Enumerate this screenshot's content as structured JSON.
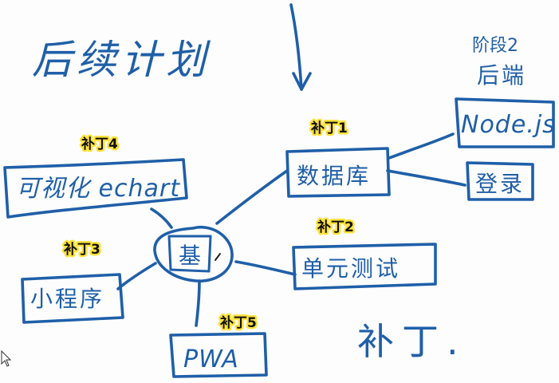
{
  "diagram": {
    "title": "后续计划",
    "center": "基",
    "nodes": {
      "database": "数据库",
      "unit_test": "单元测试",
      "visual": "可视化 echart",
      "miniprogram": "小程序",
      "pwa": "PWA",
      "nodejs": "Node.js",
      "login": "登录"
    },
    "stage_note_line1": "阶段2",
    "stage_note_line2": "后端",
    "patch_note": "补丁.",
    "tags": {
      "patch1": "补丁1",
      "patch2": "补丁2",
      "patch3": "补丁3",
      "patch4": "补丁4",
      "patch5": "补丁5"
    }
  },
  "colors": {
    "ink": "#1f5fa8",
    "tag_highlight": "#ffe23a",
    "tag_text": "#111111"
  }
}
